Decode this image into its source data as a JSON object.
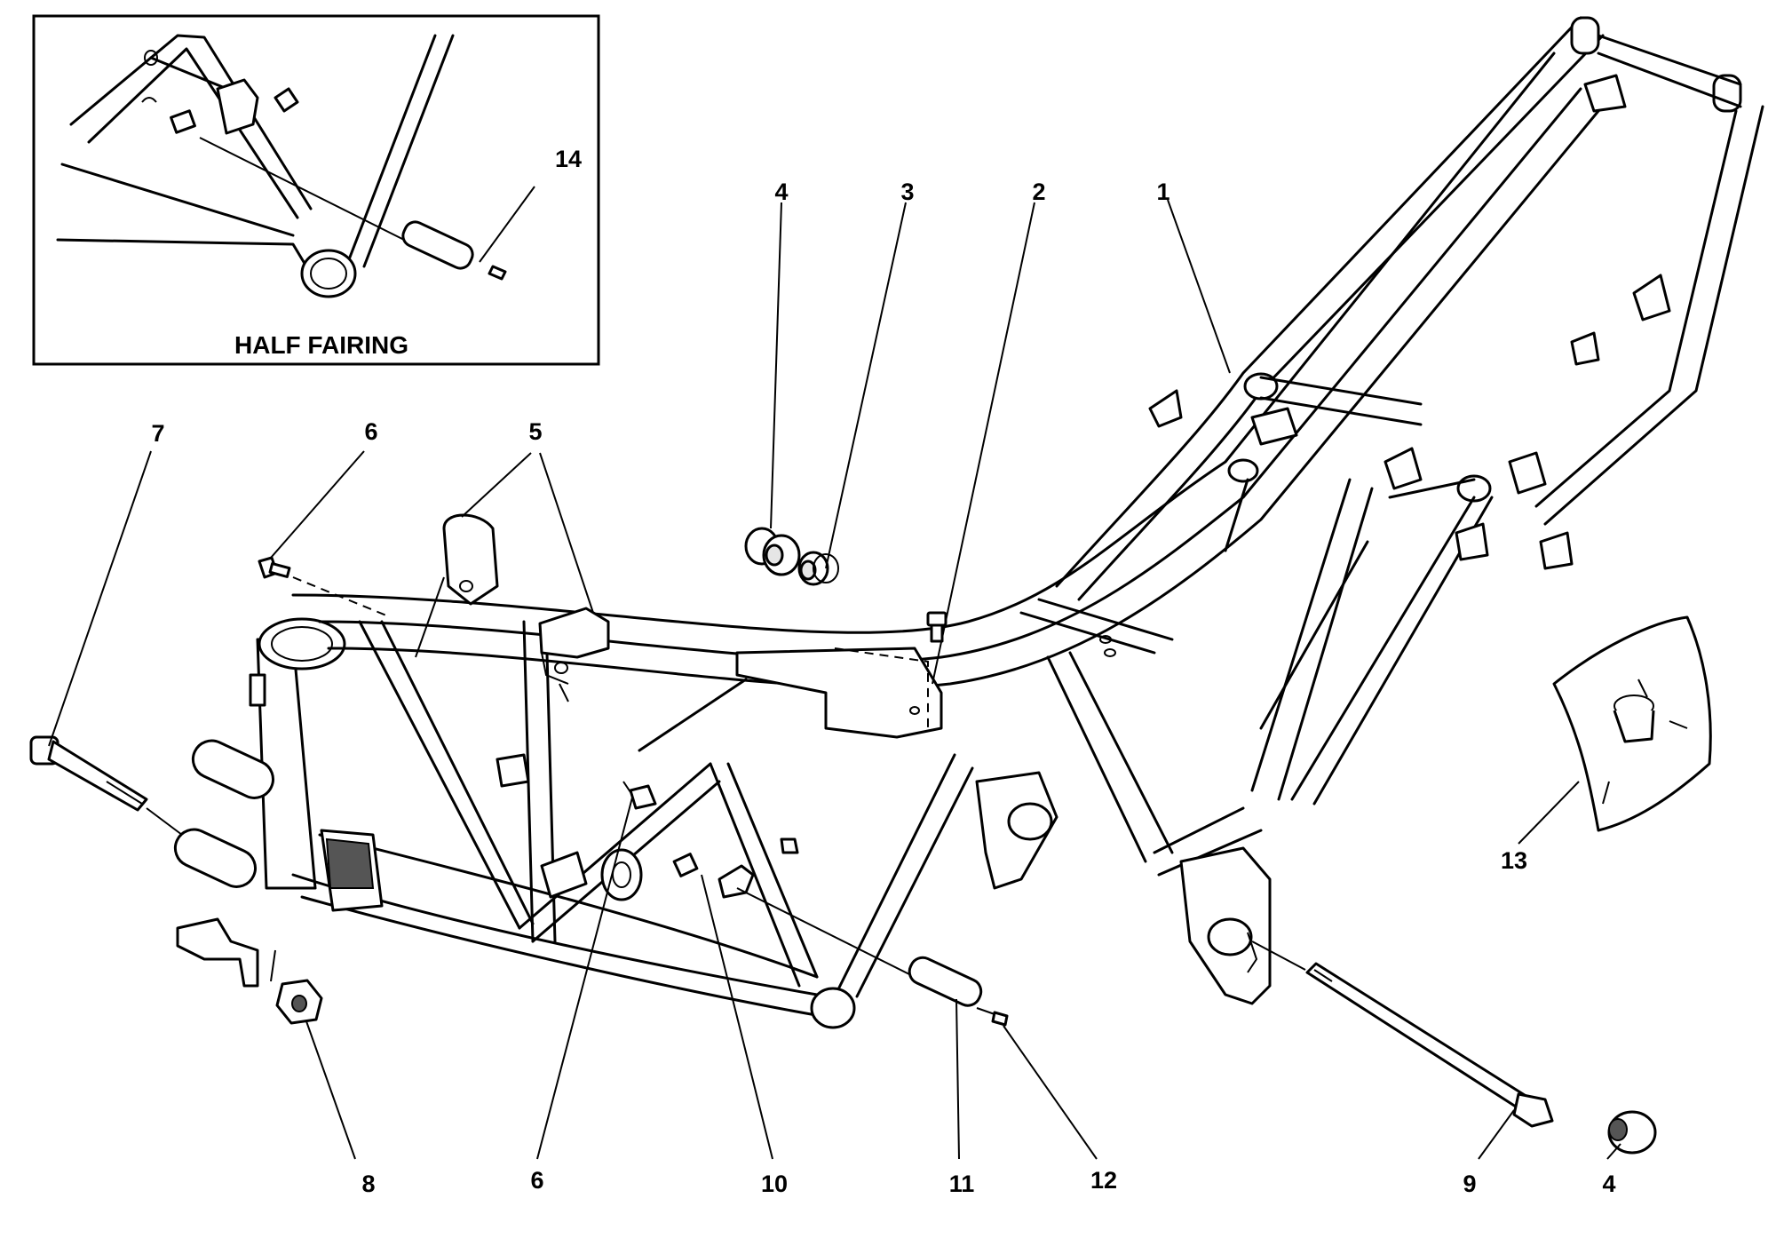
{
  "inset": {
    "title": "HALF FAIRING"
  },
  "callouts": [
    {
      "id": "1",
      "text": "1"
    },
    {
      "id": "2",
      "text": "2"
    },
    {
      "id": "3",
      "text": "3"
    },
    {
      "id": "4a",
      "text": "4"
    },
    {
      "id": "4b",
      "text": "4"
    },
    {
      "id": "5",
      "text": "5"
    },
    {
      "id": "6a",
      "text": "6"
    },
    {
      "id": "6b",
      "text": "6"
    },
    {
      "id": "7",
      "text": "7"
    },
    {
      "id": "8",
      "text": "8"
    },
    {
      "id": "9",
      "text": "9"
    },
    {
      "id": "10",
      "text": "10"
    },
    {
      "id": "11",
      "text": "11"
    },
    {
      "id": "12",
      "text": "12"
    },
    {
      "id": "13",
      "text": "13"
    },
    {
      "id": "14",
      "text": "14"
    }
  ]
}
